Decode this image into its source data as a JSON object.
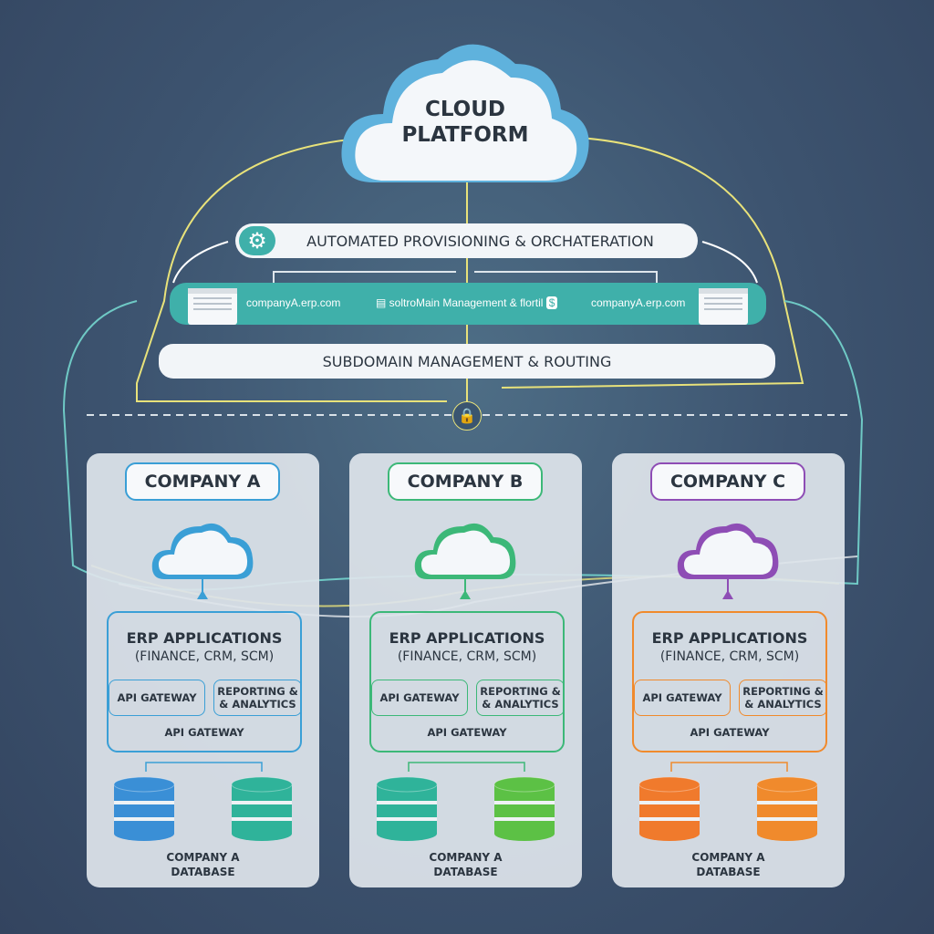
{
  "cloud": {
    "title_line1": "CLOUD",
    "title_line2": "PLATFORM"
  },
  "provisioning": {
    "label": "AUTOMATED PROVISIONING & ORCHATERATION",
    "icon": "gear-icon"
  },
  "routing_bar": {
    "left_domain": "companyA.erp.com",
    "center_label": "soltroMain Management & flortil",
    "right_domain": "companyA.erp.com"
  },
  "subdomain": {
    "label": "SUBDOMAIN MANAGEMENT & ROUTING"
  },
  "lock": {
    "icon": "lock-icon"
  },
  "companies": [
    {
      "name": "COMPANY A",
      "color": "#3a9fd6",
      "app_color": "#3a9fd6",
      "erp_title": "ERP APPLICATIONS",
      "erp_sub": "(FINANCE, CRM, SCM)",
      "gateway": "API GATEWAY",
      "reporting": "REPORTING & & ANALYTICS",
      "footer": "API GATEWAY",
      "db_label_1": "COMPANY A",
      "db_label_2": "DATABASE",
      "db_colors": [
        "#3a8fd6",
        "#2fb39a"
      ]
    },
    {
      "name": "COMPANY B",
      "color": "#3cb878",
      "app_color": "#3cb878",
      "erp_title": "ERP APPLICATIONS",
      "erp_sub": "(FINANCE, CRM, SCM)",
      "gateway": "API GATEWAY",
      "reporting": "REPORTING & & ANALYTICS",
      "footer": "API GATEWAY",
      "db_label_1": "COMPANY A",
      "db_label_2": "DATABASE",
      "db_colors": [
        "#2fb39a",
        "#5cc145"
      ]
    },
    {
      "name": "COMPANY C",
      "color": "#8e4db5",
      "app_color": "#f08a2c",
      "erp_title": "ERP APPLICATIONS",
      "erp_sub": "(FINANCE, CRM, SCM)",
      "gateway": "API GATEWAY",
      "reporting": "REPORTING & & ANALYTICS",
      "footer": "API GATEWAY",
      "db_label_1": "COMPANY A",
      "db_label_2": "DATABASE",
      "db_colors": [
        "#f07a2c",
        "#f08a2c"
      ]
    }
  ]
}
